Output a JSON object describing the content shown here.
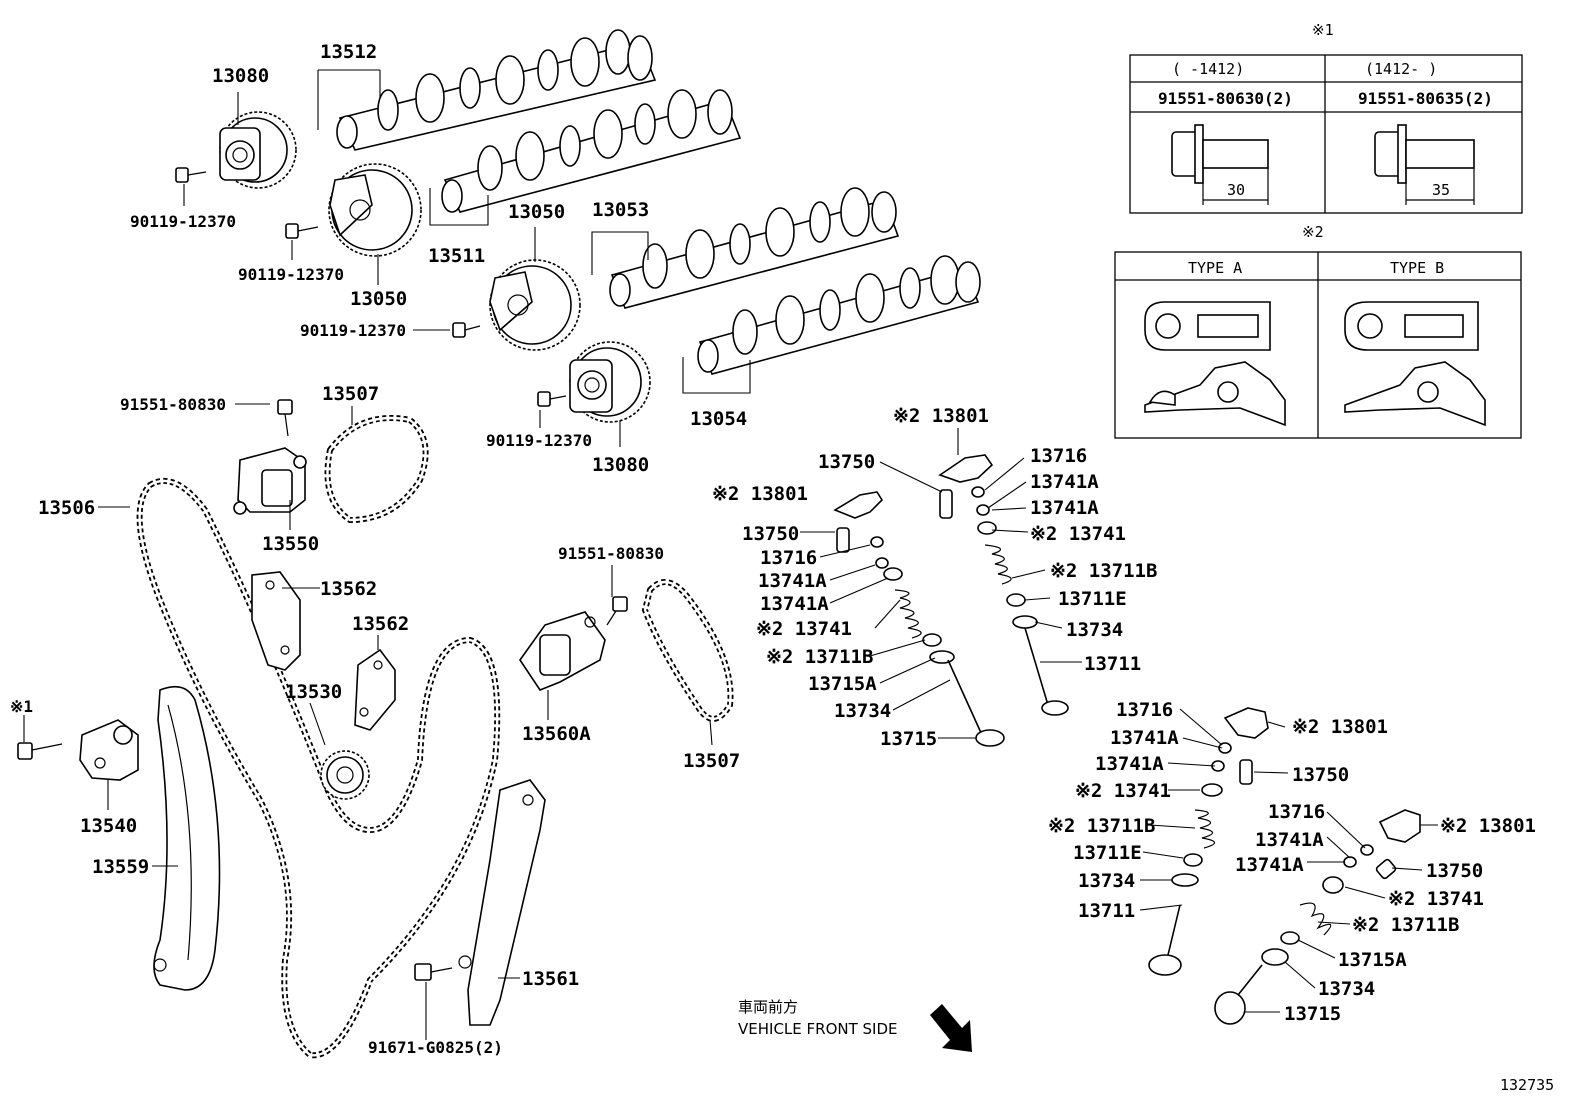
{
  "labels": {
    "l13080a": "13080",
    "l13512": "13512",
    "l90119a": "90119-12370",
    "l90119b": "90119-12370",
    "l13050a": "13050",
    "l13511": "13511",
    "l13050b": "13050",
    "l13053": "13053",
    "l90119c": "90119-12370",
    "l13054": "13054",
    "l90119d": "90119-12370",
    "l13080b": "13080",
    "l91551a": "91551-80830",
    "l13507a": "13507",
    "l13506": "13506",
    "l13550": "13550",
    "l13562a": "13562",
    "l13562b": "13562",
    "l13530": "13530",
    "l91551b": "91551-80830",
    "l13560a": "13560A",
    "l13507b": "13507",
    "l13540": "13540",
    "l13559": "13559",
    "l13561": "13561",
    "l91671": "91671-G0825(2)",
    "m13801a": "※2 13801",
    "m13750a": "13750",
    "m13716a": "13716",
    "m13741Aa": "13741A",
    "m13741Ab": "13741A",
    "m13741a": "※2 13741",
    "m13711Ba": "※2 13711B",
    "m13711Ea": "13711E",
    "m13734a": "13734",
    "m13711a": "13711",
    "m13801b": "※2 13801",
    "m13750b": "13750",
    "m13716b": "13716",
    "m13741Ac": "13741A",
    "m13741Ad": "13741A",
    "m13741b": "※2 13741",
    "m13711Bb": "※2 13711B",
    "m13715A": "13715A",
    "m13734b": "13734",
    "m13715": "13715",
    "r13716a": "13716",
    "r13801a": "※2 13801",
    "r13741Aa": "13741A",
    "r13741Ab": "13741A",
    "r13750a": "13750",
    "r13741a": "※2 13741",
    "r13716b": "13716",
    "r13801b": "※2 13801",
    "r13711Ba": "※2 13711B",
    "r13741Ac": "13741A",
    "r13711E": "13711E",
    "r13741Ad": "13741A",
    "r13750b": "13750",
    "r13734a": "13734",
    "r13741b": "※2 13741",
    "r13711": "13711",
    "r13711Bb": "※2 13711B",
    "r13715A": "13715A",
    "r13734b": "13734",
    "r13715": "13715",
    "note1": "※1"
  },
  "table1": {
    "marker": "※1",
    "col1_range": "(    -1412)",
    "col2_range": "(1412-     )",
    "col1_part": "91551-80630(2)",
    "col2_part": "91551-80635(2)",
    "col1_len": "30",
    "col2_len": "35"
  },
  "table2": {
    "marker": "※2",
    "col1_type": "TYPE A",
    "col2_type": "TYPE B"
  },
  "direction": {
    "jp": "車両前方",
    "en": "VEHICLE FRONT SIDE"
  },
  "illustration_id": "132735"
}
